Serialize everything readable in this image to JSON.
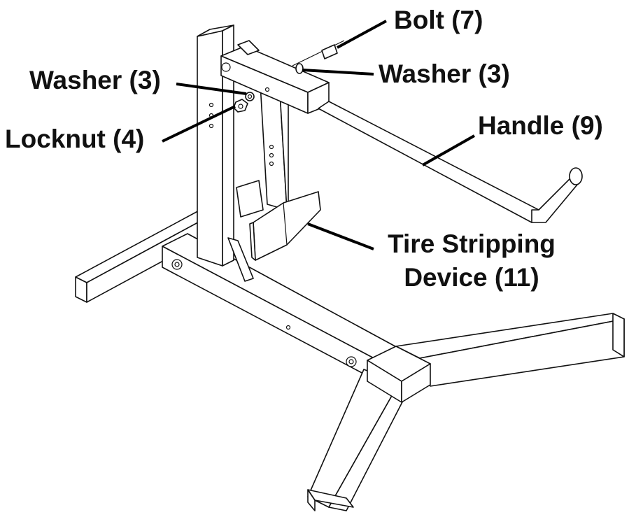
{
  "callouts": {
    "bolt": "Bolt (7)",
    "washer_left": "Washer (3)",
    "washer_right": "Washer (3)",
    "locknut": "Locknut (4)",
    "handle": "Handle (9)",
    "tire_stripping_line1": "Tire Stripping",
    "tire_stripping_line2": "Device (11)"
  }
}
